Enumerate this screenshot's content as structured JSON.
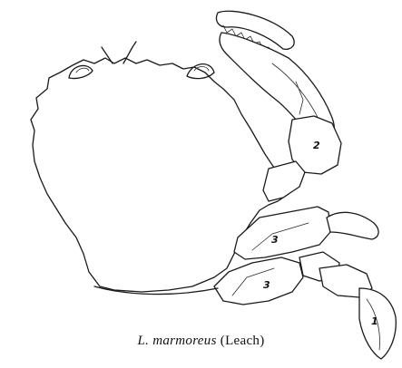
{
  "figure": {
    "labels": [
      "2",
      "3",
      "3",
      "1"
    ],
    "caption": {
      "species": "L. marmoreus",
      "authority": "(Leach)"
    }
  }
}
